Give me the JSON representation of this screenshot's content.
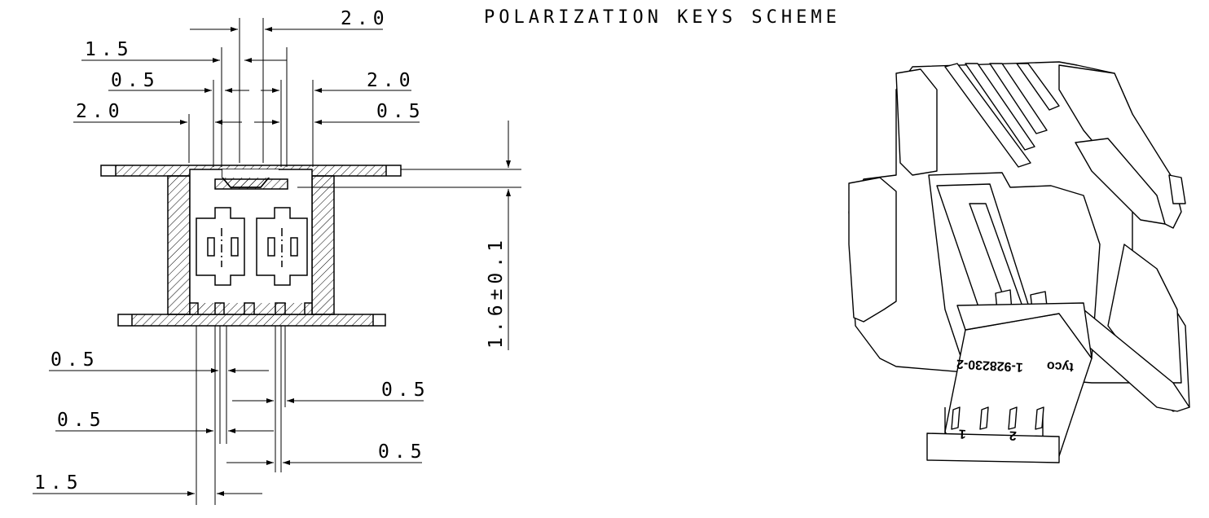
{
  "drawing": {
    "title": "POLARIZATION KEYS SCHEME",
    "dimensions": {
      "top_2_0": "2.0",
      "top_1_5": "1.5",
      "left_0_5": "0.5",
      "right_2_0": "2.0",
      "left_2_0": "2.0",
      "right_0_5": "0.5",
      "vertical_tol": "1.6±0.1",
      "bottom_0_5_a": "0.5",
      "bottom_0_5_b": "0.5",
      "bottom_0_5_c": "0.5",
      "bottom_0_5_d": "0.5",
      "bottom_1_5": "1.5"
    },
    "part_number": "1-928230-2",
    "brand": "tyco",
    "pin_labels": [
      "1",
      "2"
    ]
  }
}
